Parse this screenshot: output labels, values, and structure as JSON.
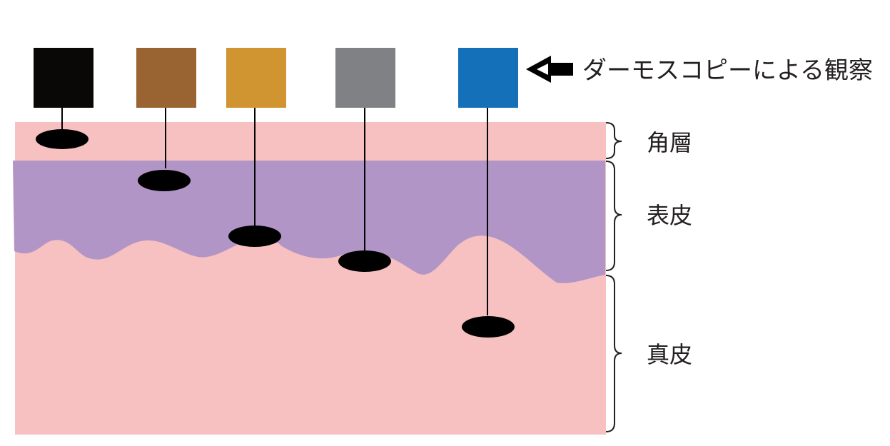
{
  "observation": {
    "label": "ダーモスコピーによる観察",
    "arrow_icon": "left-arrow-icon"
  },
  "layers": {
    "stratum_corneum": "角層",
    "epidermis": "表皮",
    "dermis": "真皮"
  },
  "colors": {
    "skin_pink": "#f7c0c1",
    "epidermis_purple": "#b195c6",
    "pigment_black": "#0a0806",
    "pigment_brown": "#9a6432",
    "pigment_tan": "#d09530",
    "pigment_gray": "#808184",
    "pigment_blue": "#1470b9",
    "melanin_dot": "#000000",
    "text": "#231f20"
  },
  "swatches": [
    {
      "name": "black-swatch",
      "color_key": "pigment_black"
    },
    {
      "name": "brown-swatch",
      "color_key": "pigment_brown"
    },
    {
      "name": "tan-swatch",
      "color_key": "pigment_tan"
    },
    {
      "name": "gray-swatch",
      "color_key": "pigment_gray"
    },
    {
      "name": "blue-swatch",
      "color_key": "pigment_blue"
    }
  ]
}
